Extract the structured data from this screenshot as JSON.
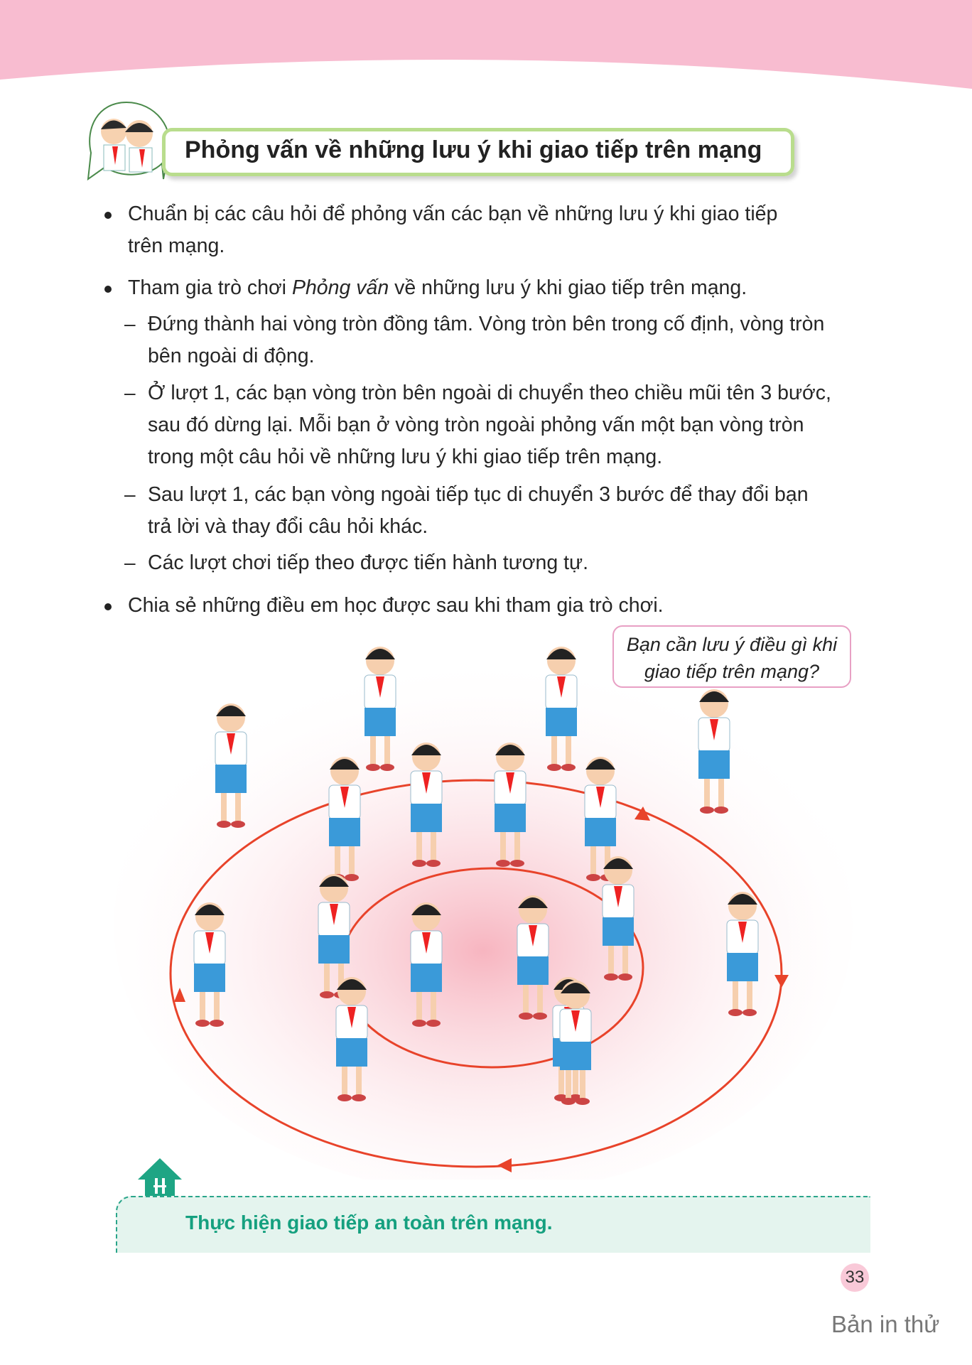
{
  "header": {
    "title": "Phỏng vấn về những lưu ý khi giao tiếp trên mạng"
  },
  "content": {
    "bullet1": [
      "Chuẩn bị các câu hỏi để phỏng vấn các bạn về những lưu ý khi giao tiếp",
      "trên mạng."
    ],
    "bullet2": {
      "prefix": "Tham gia trò chơi ",
      "game_name": "Phỏng vấn",
      "suffix": " về những lưu ý khi giao tiếp trên mạng."
    },
    "dash1": [
      "Đứng thành hai vòng tròn đồng tâm. Vòng tròn bên trong cố định, vòng tròn",
      "bên ngoài di động."
    ],
    "dash2": [
      "Ở lượt 1, các bạn vòng tròn bên ngoài di chuyển theo chiều mũi tên 3 bước,",
      "sau đó dừng lại. Mỗi bạn ở vòng tròn ngoài phỏng vấn một bạn vòng tròn",
      "trong một câu hỏi về những lưu ý khi giao tiếp trên mạng."
    ],
    "dash3": [
      "Sau lượt 1, các bạn vòng ngoài tiếp tục di chuyển 3 bước để thay đổi bạn",
      "trả lời và thay đổi câu hỏi khác."
    ],
    "dash4": [
      "Các lượt chơi tiếp theo được tiến hành tương tự."
    ],
    "bullet3": [
      "Chia sẻ những điều em học được sau khi tham gia trò chơi."
    ]
  },
  "illustration": {
    "speech_bubble": [
      "Bạn cần lưu ý điều gì khi",
      "giao tiếp trên mạng?"
    ]
  },
  "recap": {
    "text": "Thực hiện giao tiếp an toàn trên mạng."
  },
  "footer": {
    "page_number": "33",
    "print_label": "Bản in thử"
  },
  "colors": {
    "header_band": "#f8bcd0",
    "title_border": "#b9dd8d",
    "recap_bg": "#e4f4ee",
    "recap_text": "#15a07f",
    "circle_line": "#e8432a"
  }
}
